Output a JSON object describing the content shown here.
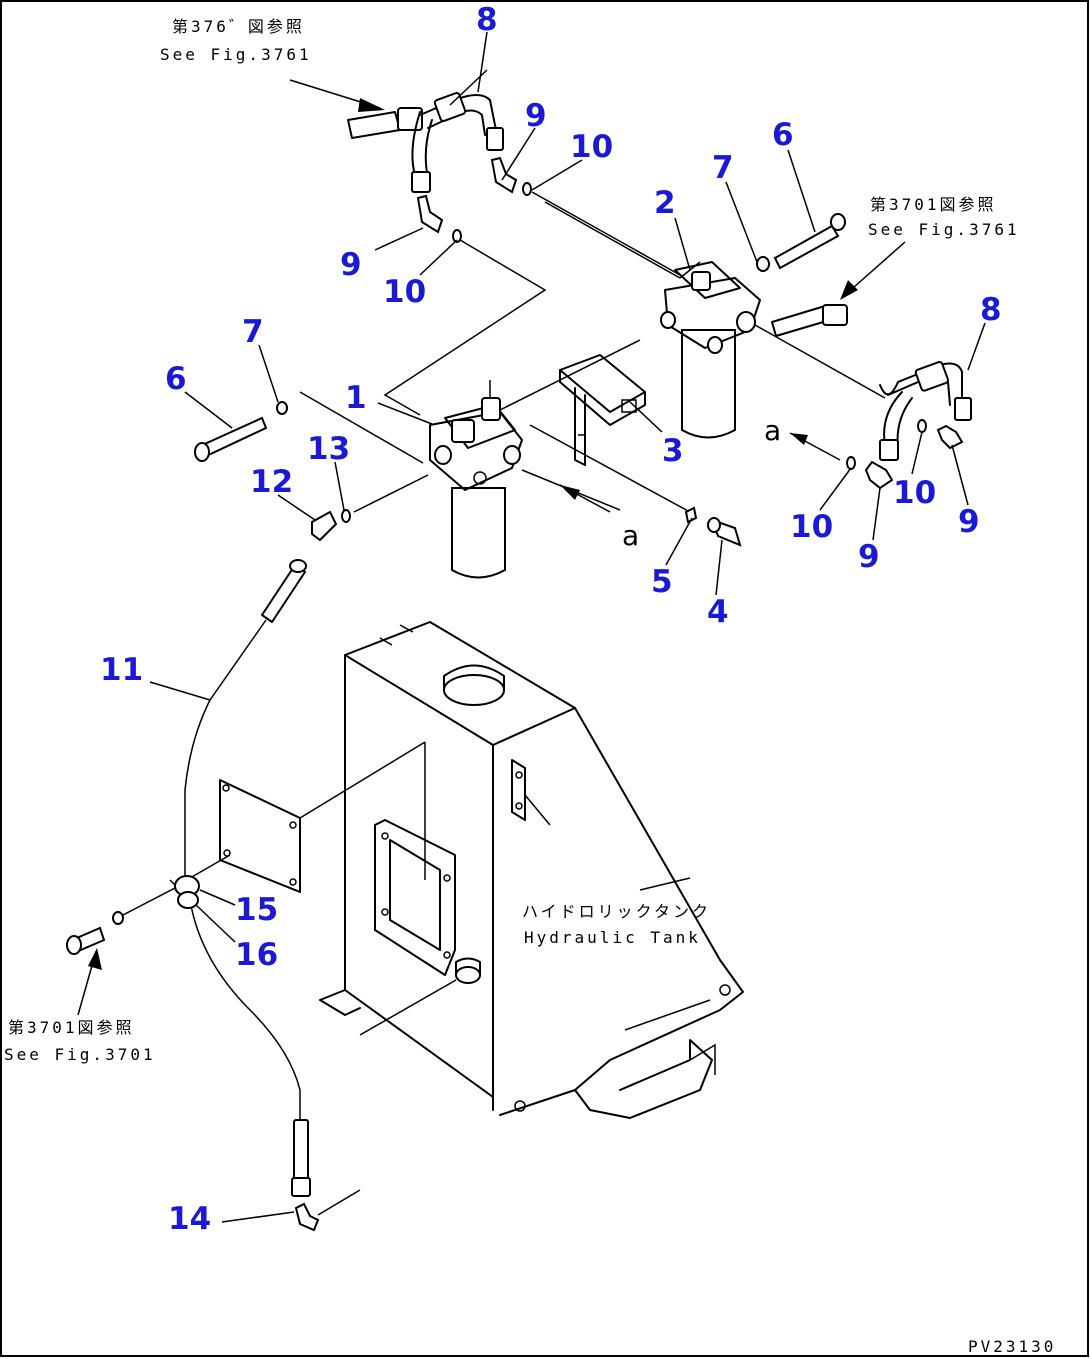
{
  "callouts": {
    "c1": "1",
    "c2": "2",
    "c3": "3",
    "c4": "4",
    "c5": "5",
    "c6a": "6",
    "c6b": "6",
    "c7a": "7",
    "c7b": "7",
    "c8a": "8",
    "c8b": "8",
    "c9a": "9",
    "c9b": "9",
    "c9c": "9",
    "c9d": "9",
    "c10a": "10",
    "c10b": "10",
    "c10c": "10",
    "c10d": "10",
    "c11": "11",
    "c12": "12",
    "c13": "13",
    "c14": "14",
    "c15": "15",
    "c16": "16"
  },
  "notes": {
    "top_left_jp": "第376゛図参照",
    "top_left_en": "See Fig.3761",
    "right_jp": "第3701図参照",
    "right_en": "See Fig.3761",
    "bottom_left_jp": "第3701図参照",
    "bottom_left_en": "See Fig.3701",
    "tank_jp": "ハイドロリックタンク",
    "tank_en": "Hydraulic Tank"
  },
  "view_markers": {
    "a1": "a",
    "a2": "a"
  },
  "drawing_code": "PV23130",
  "colors": {
    "callout": "#1a1ad6",
    "line": "#000000",
    "background": "#ffffff"
  }
}
